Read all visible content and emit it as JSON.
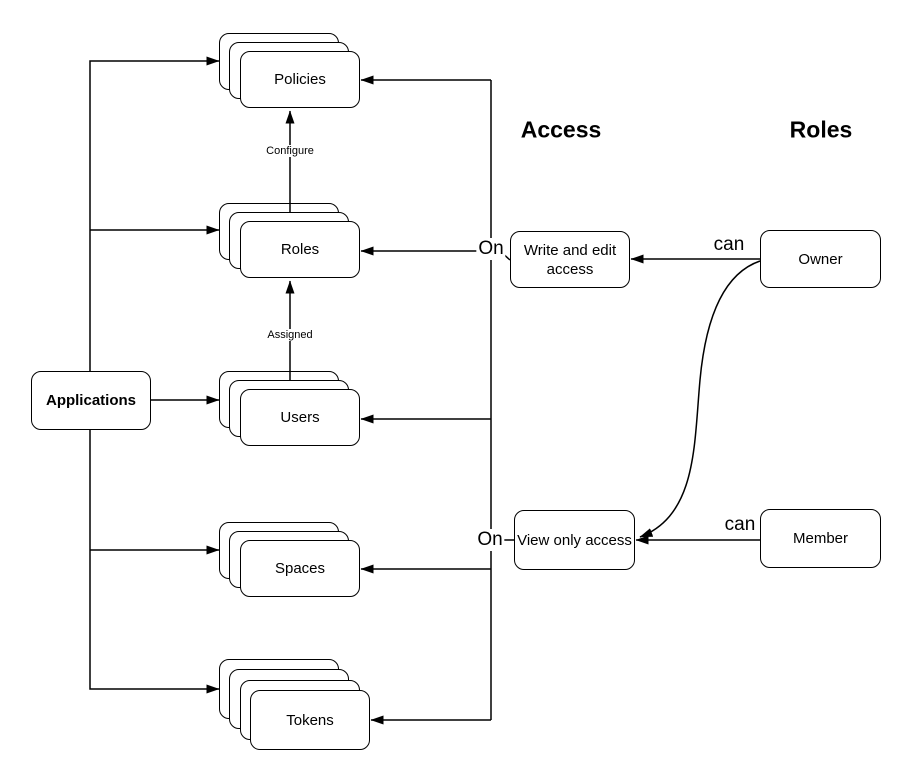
{
  "headings": {
    "access": "Access",
    "roles": "Roles"
  },
  "nodes": {
    "applications": "Applications",
    "policies": "Policies",
    "roles": "Roles",
    "users": "Users",
    "spaces": "Spaces",
    "tokens": "Tokens",
    "write_access": "Write and edit access",
    "view_access": "View only access",
    "owner": "Owner",
    "member": "Member"
  },
  "edge_labels": {
    "configure": "Configure",
    "assigned": "Assigned",
    "on_write": "On",
    "on_view": "On",
    "can_owner": "can",
    "can_member": "can"
  },
  "colors": {
    "line": "#000000",
    "node_background": "#ffffff",
    "text": "#000000"
  }
}
